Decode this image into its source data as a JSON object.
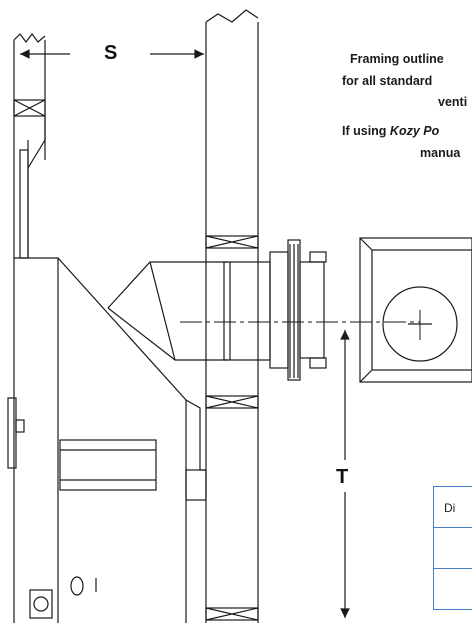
{
  "notes": {
    "line1": "Framing outline",
    "line2": "for all standard",
    "line3": "venti",
    "line4_start": "If using ",
    "line4_italic": "Kozy Po",
    "line5": "manua"
  },
  "dimensions": {
    "s": "S",
    "t": "T"
  },
  "table": {
    "header": "Di"
  },
  "colors": {
    "line": "#1a1a1a",
    "table_border": "#4a7ec4"
  }
}
